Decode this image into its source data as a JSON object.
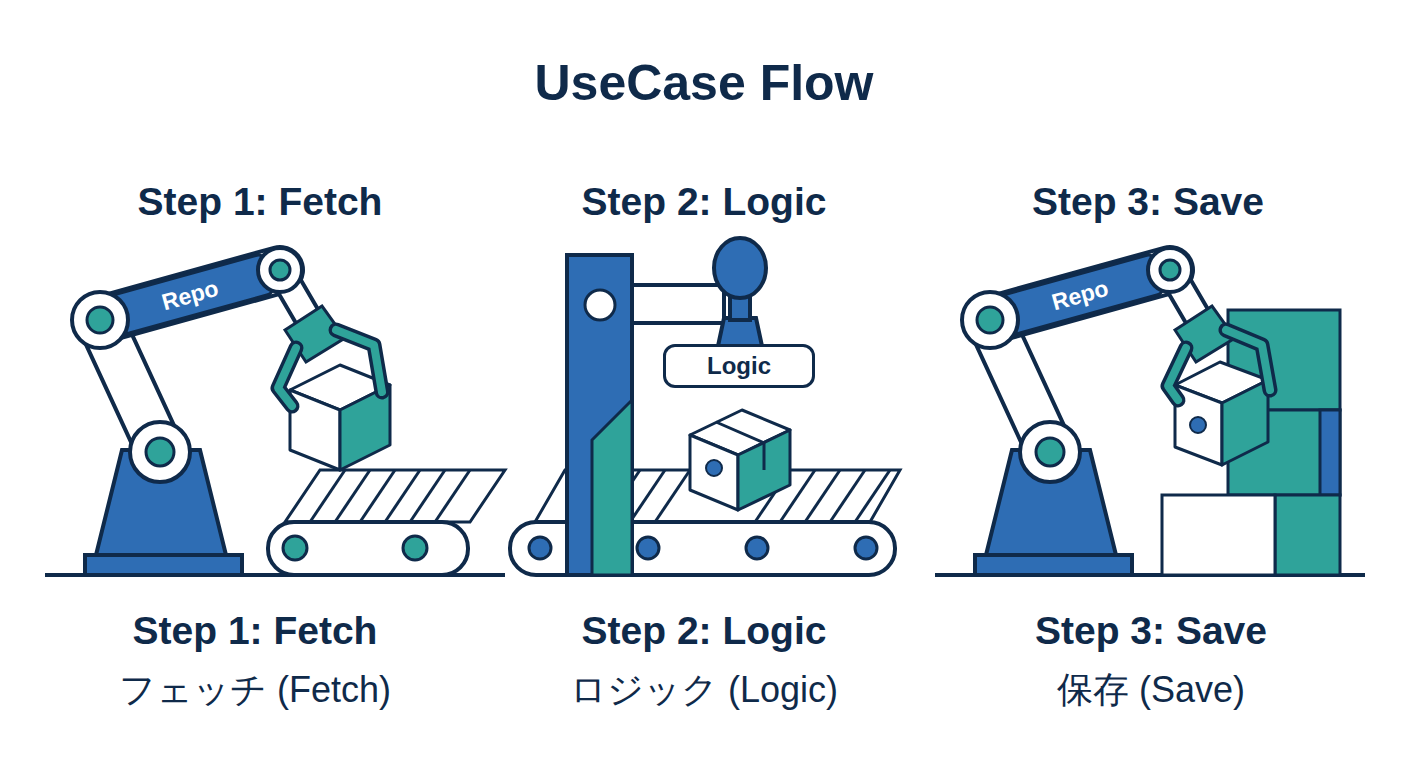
{
  "diagram": {
    "title": "UseCase Flow",
    "nodes": [
      {
        "text": [
          "Repo"
        ]
      },
      {
        "text": [
          "Logic"
        ]
      },
      {
        "text": [
          "Repo"
        ]
      }
    ],
    "labels": [
      "Step 1: Fetch",
      "Step 2: Logic",
      "Step 3: Save",
      "Step 1: Fetch",
      "フェッチ (Fetch)",
      "Step 2: Logic",
      "ロジック (Logic)",
      "Step 3: Save",
      "保存 (Save)"
    ]
  }
}
